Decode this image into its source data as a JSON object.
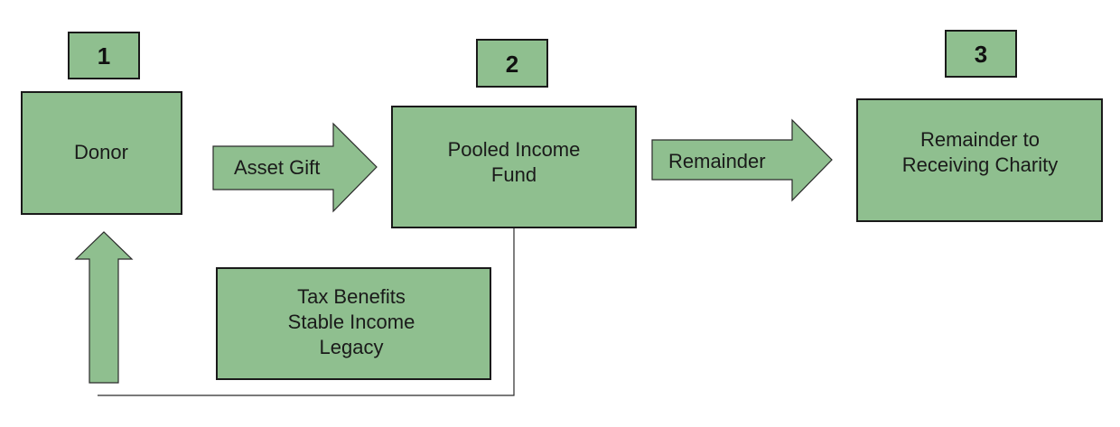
{
  "diagram": {
    "steps": [
      {
        "number": "1",
        "label": "Donor"
      },
      {
        "number": "2",
        "label_lines": [
          "Pooled Income",
          "Fund"
        ]
      },
      {
        "number": "3",
        "label_lines": [
          "Remainder to",
          "Receiving Charity"
        ]
      }
    ],
    "arrows": {
      "gift": "Asset Gift",
      "remainder": "Remainder"
    },
    "benefits": [
      "Tax Benefits",
      "Stable Income",
      "Legacy"
    ],
    "colors": {
      "box_fill": "#8fbf8f",
      "border": "#1a1a1a"
    }
  }
}
